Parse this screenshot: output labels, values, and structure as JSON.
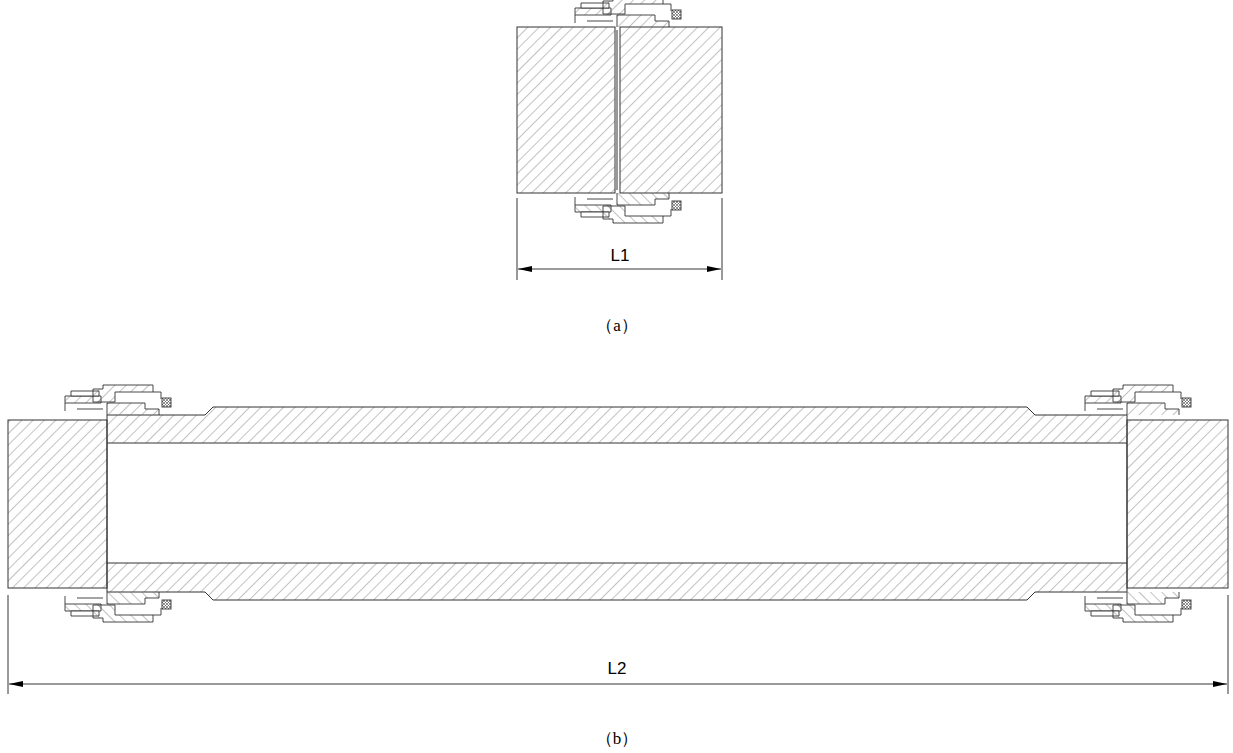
{
  "diagram": {
    "labels": [
      "L1",
      "（a）",
      "L2",
      "（b）"
    ]
  }
}
